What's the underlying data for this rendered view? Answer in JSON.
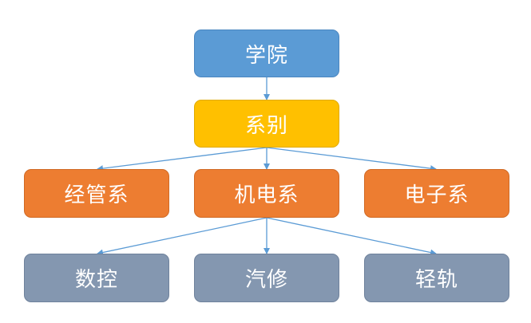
{
  "colors": {
    "blue": "#5b9bd5",
    "yellow": "#ffc000",
    "orange": "#ed7d31",
    "slate": "#8497b0",
    "edge": "#5b9bd5"
  },
  "nodes": {
    "college": {
      "label": "学院"
    },
    "department": {
      "label": "系别"
    },
    "economics": {
      "label": "经管系"
    },
    "mechatronics": {
      "label": "机电系"
    },
    "electronics": {
      "label": "电子系"
    },
    "cnc": {
      "label": "数控"
    },
    "auto_repair": {
      "label": "汽修"
    },
    "light_rail": {
      "label": "轻轨"
    }
  }
}
